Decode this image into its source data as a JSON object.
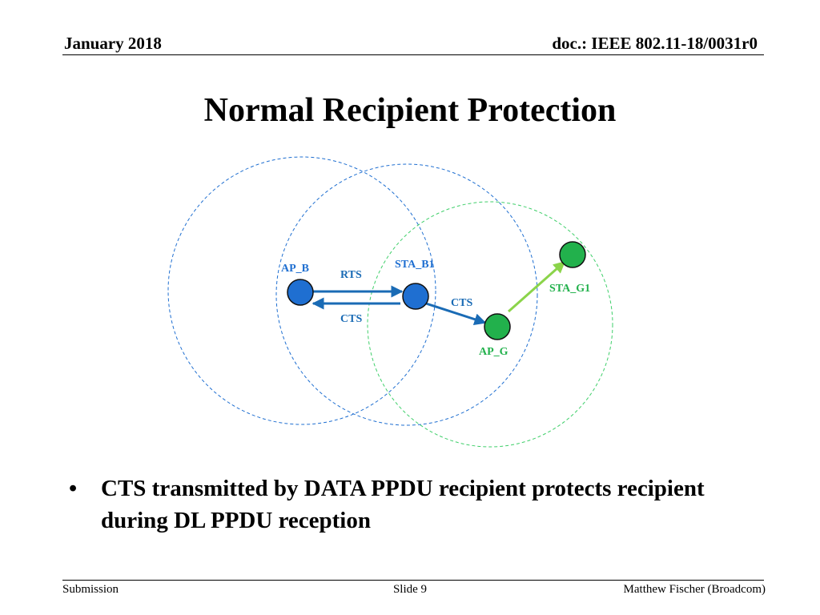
{
  "header": {
    "date": "January 2018",
    "doc_id": "doc.: IEEE 802.11-18/0031r0"
  },
  "title": "Normal Recipient Protection",
  "diagram": {
    "nodes": [
      {
        "id": "ap_b",
        "label": "AP_B",
        "color": "#1f6fd1"
      },
      {
        "id": "sta_b1",
        "label": "STA_B1",
        "color": "#1f6fd1"
      },
      {
        "id": "ap_g",
        "label": "AP_G",
        "color": "#22b14c"
      },
      {
        "id": "sta_g1",
        "label": "STA_G1",
        "color": "#22b14c"
      }
    ],
    "messages": [
      {
        "label": "RTS",
        "from": "AP_B",
        "to": "STA_B1"
      },
      {
        "label": "CTS",
        "from": "STA_B1",
        "to": "AP_B"
      },
      {
        "label": "CTS",
        "from": "STA_B1",
        "to": "AP_G"
      }
    ],
    "colors": {
      "bss_b": "#1f6fd1",
      "bss_g": "#22b14c",
      "arrow_b": "#1a6bb5",
      "arrow_g": "#8bd44a"
    }
  },
  "bullet": {
    "mark": "•",
    "text": "CTS transmitted by DATA PPDU recipient protects recipient during DL PPDU reception"
  },
  "footer": {
    "left": "Submission",
    "center": "Slide 9",
    "right": "Matthew Fischer (Broadcom)"
  }
}
